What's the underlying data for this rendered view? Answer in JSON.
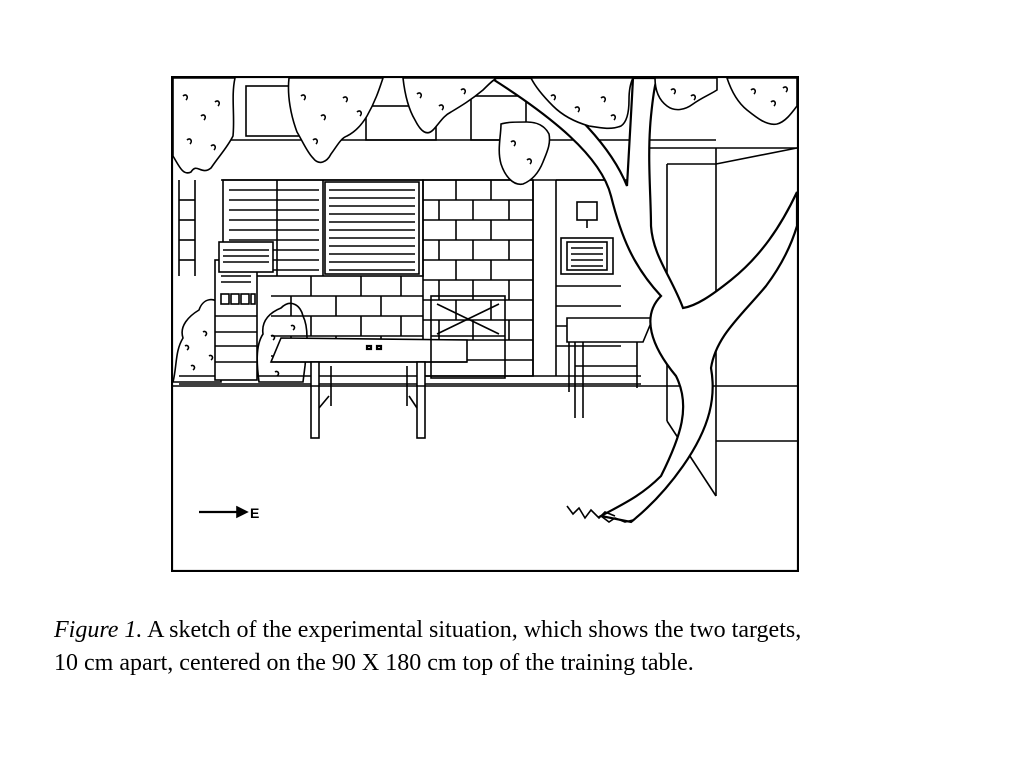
{
  "figure": {
    "compass_label": "E"
  },
  "caption": {
    "label": "Figure 1.",
    "line1": "A sketch of the experimental situation, which shows the two targets,",
    "line2": "10 cm apart,  centered on the 90 X 180 cm top of the training table."
  }
}
